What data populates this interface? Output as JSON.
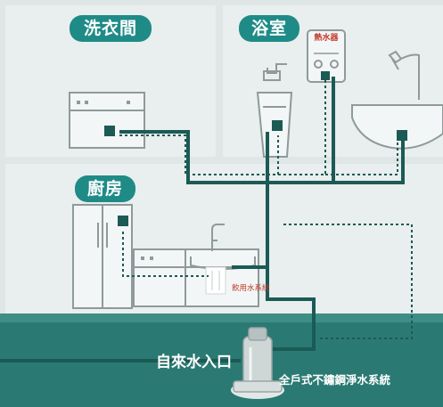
{
  "rooms": {
    "laundry": "洗衣間",
    "bathroom": "浴室",
    "kitchen": "廚房"
  },
  "labels": {
    "water_heater": "熱水器",
    "drinking_system": "飲用水系統",
    "water_inlet": "自來水入口",
    "whole_house_system": "全戶式不鏽鋼淨水系統"
  },
  "colors": {
    "teal_pill": "#1f8b86",
    "pipe": "#1c5a55",
    "ground": "#2a7a73",
    "appliance_stroke": "#8f9a9a",
    "label_red": "#c0392b"
  }
}
